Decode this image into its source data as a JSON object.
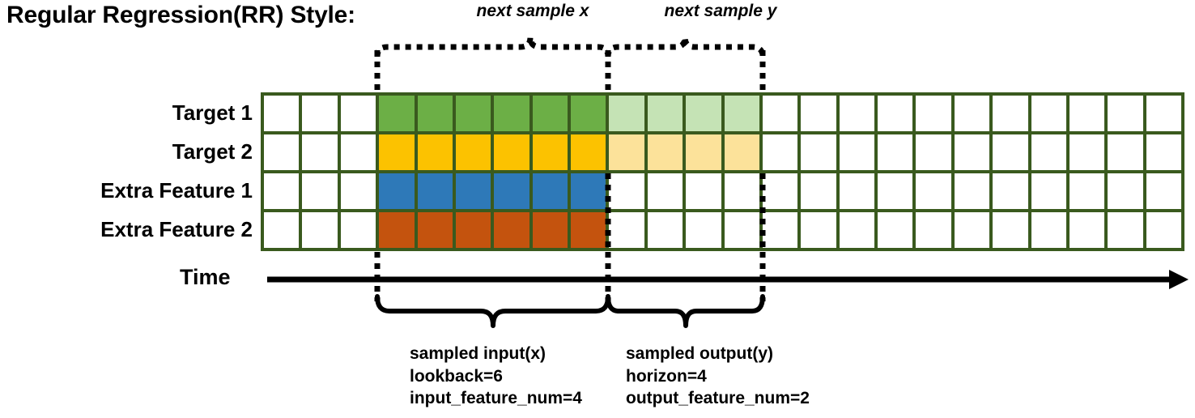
{
  "title": "Regular Regression(RR) Style:",
  "axis": {
    "time_label": "Time"
  },
  "rows": [
    {
      "label": "Target 1",
      "dark_color": "#6CAF46",
      "light_color": "#C5E3B5",
      "has_light": true
    },
    {
      "label": "Target 2",
      "dark_color": "#FCC200",
      "light_color": "#FCE29A",
      "has_light": true
    },
    {
      "label": "Extra Feature 1",
      "dark_color": "#2E79B8",
      "light_color": "",
      "has_light": false
    },
    {
      "label": "Extra Feature 2",
      "dark_color": "#C4530E",
      "light_color": "",
      "has_light": false
    }
  ],
  "grid": {
    "total_columns": 24,
    "leading_blank_columns": 3,
    "input_columns": 6,
    "output_columns": 4,
    "border_color": "#3A5A1E"
  },
  "annotations": {
    "top": [
      {
        "text": "next sample x",
        "span": "input"
      },
      {
        "text": "next sample y",
        "span": "output"
      }
    ],
    "bottom": [
      {
        "line1": "sampled input(x)",
        "line2": "lookback=6",
        "line3": "input_feature_num=4"
      },
      {
        "line1": "sampled output(y)",
        "line2": "horizon=4",
        "line3": "output_feature_num=2"
      }
    ]
  }
}
